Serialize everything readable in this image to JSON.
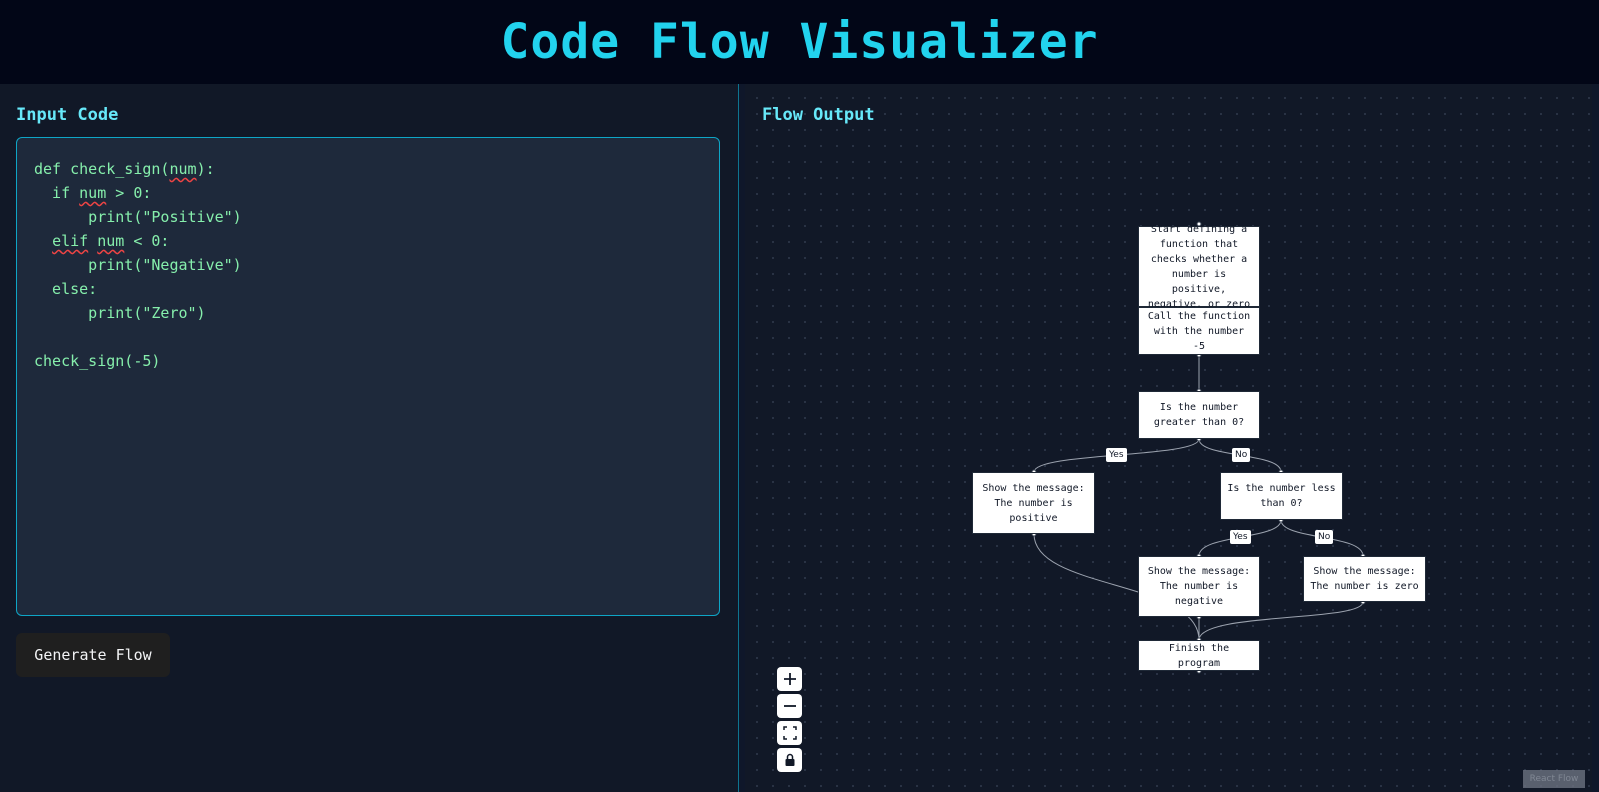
{
  "app": {
    "title": "Code Flow Visualizer"
  },
  "left_panel": {
    "title": "Input Code",
    "code_lines": [
      "def check_sign(num):",
      "  if num > 0:",
      "      print(\"Positive\")",
      "  elif num < 0:",
      "      print(\"Negative\")",
      "  else:",
      "      print(\"Zero\")",
      "",
      "check_sign(-5)"
    ],
    "generate_button": "Generate Flow"
  },
  "right_panel": {
    "title": "Flow Output",
    "nodes": {
      "start": "Start defining a function that checks whether a number is positive, negative, or zero",
      "call": "Call the function with the number -5",
      "check_positive": "Is the number greater than 0?",
      "show_positive": "Show the message: The number is positive",
      "check_negative": "Is the number less than 0?",
      "show_negative": "Show the message: The number is negative",
      "show_zero": "Show the message: The number is zero",
      "finish": "Finish the program"
    },
    "edge_labels": {
      "positive_yes": "Yes",
      "positive_no": "No",
      "negative_yes": "Yes",
      "negative_no": "No"
    },
    "controls": {
      "zoom_in": "+",
      "zoom_out": "−"
    },
    "attribution": "React Flow"
  },
  "colors": {
    "accent": "#22d3ee",
    "code_text": "#86efac",
    "panel_bg": "#111827",
    "header_bg": "#020617"
  }
}
